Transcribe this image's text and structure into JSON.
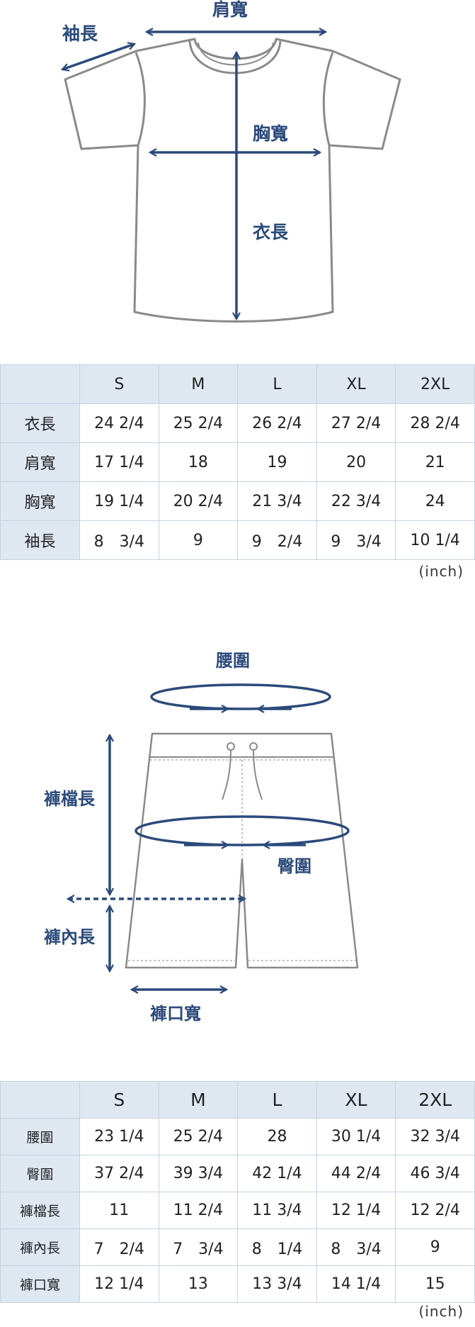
{
  "shirt": {
    "labels": {
      "sleeve": "袖長",
      "shoulder": "肩寬",
      "chest": "胸寬",
      "length": "衣長"
    },
    "table": {
      "sizes": [
        "S",
        "M",
        "L",
        "XL",
        "2XL"
      ],
      "rows": [
        {
          "label": "衣長",
          "values": [
            "24 2/4",
            "25 2/4",
            "26 2/4",
            "27 2/4",
            "28 2/4"
          ]
        },
        {
          "label": "肩寬",
          "values": [
            "17 1/4",
            "18",
            "19",
            "20",
            "21"
          ]
        },
        {
          "label": "胸寬",
          "values": [
            "19 1/4",
            "20 2/4",
            "21 3/4",
            "22 3/4",
            "24"
          ]
        },
        {
          "label": "袖長",
          "values": [
            "8　3/4",
            "9",
            "9　2/4",
            "9　3/4",
            "10 1/4"
          ]
        }
      ],
      "unit": "(inch)"
    }
  },
  "pants": {
    "labels": {
      "waist": "腰圍",
      "hip": "臀圍",
      "rise": "褲檔長",
      "inseam": "褲內長",
      "hem": "褲口寬"
    },
    "table": {
      "sizes": [
        "S",
        "M",
        "L",
        "XL",
        "2XL"
      ],
      "rows": [
        {
          "label": "腰圍",
          "values": [
            "23 1/4",
            "25 2/4",
            "28",
            "30 1/4",
            "32 3/4"
          ]
        },
        {
          "label": "臀圍",
          "values": [
            "37 2/4",
            "39 3/4",
            "42 1/4",
            "44 2/4",
            "46 3/4"
          ]
        },
        {
          "label": "褲檔長",
          "values": [
            "11",
            "11 2/4",
            "11 3/4",
            "12 1/4",
            "12 2/4"
          ]
        },
        {
          "label": "褲內長",
          "values": [
            "7　2/4",
            "7　3/4",
            "8　1/4",
            "8　3/4",
            "9"
          ]
        },
        {
          "label": "褲口寬",
          "values": [
            "12 1/4",
            "13",
            "13 3/4",
            "14 1/4",
            "15"
          ]
        }
      ],
      "unit": "(inch)"
    }
  }
}
